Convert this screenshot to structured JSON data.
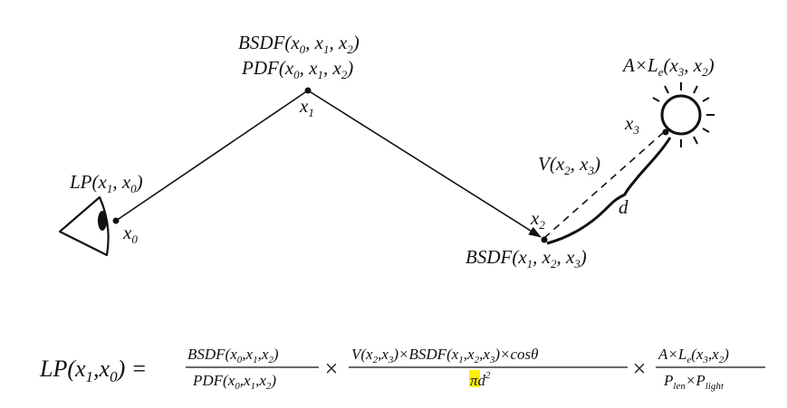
{
  "nodes": {
    "x0": {
      "letter": "x",
      "sub": "0"
    },
    "x1": {
      "letter": "x",
      "sub": "1"
    },
    "x2": {
      "letter": "x",
      "sub": "2"
    },
    "x3": {
      "letter": "x",
      "sub": "3"
    }
  },
  "labels": {
    "bsdf_x1": {
      "fn": "BSDF(x",
      "s1": "0",
      "m1": ", x",
      "s2": "1",
      "m2": ", x",
      "s3": "2",
      "end": ")"
    },
    "pdf_x1": {
      "fn": "PDF(x",
      "s1": "0",
      "m1": ", x",
      "s2": "1",
      "m2": ", x",
      "s3": "2",
      "end": ")"
    },
    "lp": {
      "fn": "LP(x",
      "s1": "1",
      "m1": ", x",
      "s2": "0",
      "end": ")"
    },
    "light": {
      "fn": "A×L",
      "s0": "e",
      "mid": "(x",
      "s1": "3",
      "m1": ", x",
      "s2": "2",
      "end": ")"
    },
    "visibility": {
      "fn": "V(x",
      "s1": "2",
      "m1": ", x",
      "s2": "3",
      "end": ")"
    },
    "bsdf_x2": {
      "fn": "BSDF(x",
      "s1": "1",
      "m1": ", x",
      "s2": "2",
      "m2": ", x",
      "s3": "3",
      "end": ")"
    },
    "distance": "d"
  },
  "equation": {
    "lhs": {
      "fn": "LP(x",
      "s1": "1",
      "m1": ",x",
      "s2": "0",
      "end": ") ="
    },
    "times": "×",
    "frac1": {
      "num": {
        "fn": "BSDF(x",
        "s1": "0",
        "m1": ",x",
        "s2": "1",
        "m2": ",x",
        "s3": "2",
        "end": ")"
      },
      "den": {
        "fn": "PDF(x",
        "s1": "0",
        "m1": ",x",
        "s2": "1",
        "m2": ",x",
        "s3": "2",
        "end": ")"
      }
    },
    "frac2": {
      "num": {
        "a": "V(x",
        "s1": "2",
        "m1": ",x",
        "s2": "3",
        "b": ")×BSDF(x",
        "s3": "1",
        "m2": ",x",
        "s4": "2",
        "m3": ",x",
        "s5": "3",
        "end": ")×cosθ"
      },
      "den": {
        "pi": "π",
        "d": "d",
        "exp": "2"
      }
    },
    "frac3": {
      "num": {
        "fn": "A×L",
        "s0": "e",
        "mid": "(x",
        "s1": "3",
        "m1": ",x",
        "s2": "2",
        "end": ")"
      },
      "den": {
        "p1": "P",
        "s1": "len",
        "mid": "×P",
        "s2": "light"
      }
    }
  },
  "colors": {
    "highlight": "#fff200",
    "ink": "#111111"
  }
}
